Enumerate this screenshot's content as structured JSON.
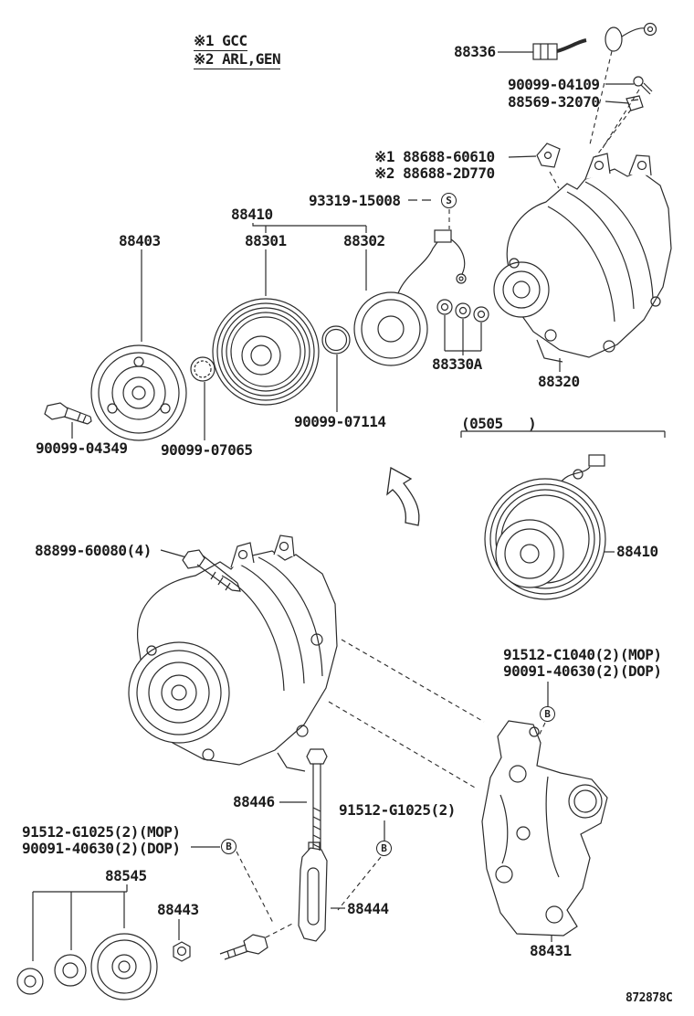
{
  "diagram": {
    "doc_number": "872878C",
    "notes": {
      "line1": "※1 GCC",
      "line2": "※2 ARL,GEN"
    },
    "symbols": {
      "s": "S",
      "b": "B"
    },
    "labels": {
      "connector_88336": "88336",
      "screw_90099_04109": "90099-04109",
      "clip_88569_32070": "88569-32070",
      "clamp_88688_60610": "※1 88688-60610",
      "clamp_88688_2d770": "※2 88688-2D770",
      "valve_93319_15008": "93319-15008",
      "assy_88410_top": "88410",
      "hub_88403": "88403",
      "pulley_88301": "88301",
      "coil_88302": "88302",
      "washer_88330a": "88330A",
      "compressor_88320": "88320",
      "oring_90099_07114": "90099-07114",
      "bolt_90099_04349": "90099-04349",
      "ring_90099_07065": "90099-07065",
      "date_code": "(0505   )",
      "assy_88410_right": "88410",
      "bolt_88899_60080": "88899-60080(4)",
      "bolt_91512_c1040": "91512-C1040(2)(MOP)",
      "bolt_90091_40630_r": "90091-40630(2)(DOP)",
      "stud_88446": "88446",
      "bolt_91512_g1025_r": "91512-G1025(2)",
      "bolt_91512_g1025_l": "91512-G1025(2)(MOP)",
      "bolt_90091_40630_l": "90091-40630(2)(DOP)",
      "idler_88545": "88545",
      "nut_88443": "88443",
      "tensioner_88444": "88444",
      "bracket_88431": "88431"
    }
  }
}
